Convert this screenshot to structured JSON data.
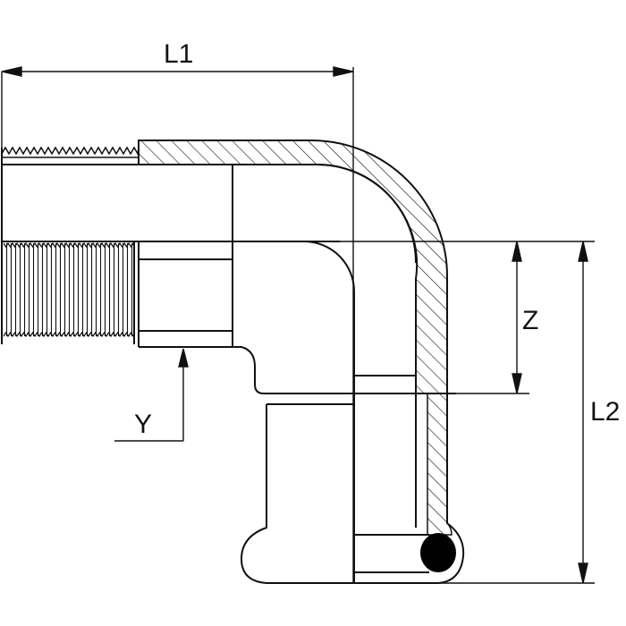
{
  "labels": {
    "l1": "L1",
    "l2": "L2",
    "z": "Z",
    "y": "Y"
  },
  "colors": {
    "stroke": "#111111",
    "background": "#ffffff",
    "seal": "#000000"
  }
}
